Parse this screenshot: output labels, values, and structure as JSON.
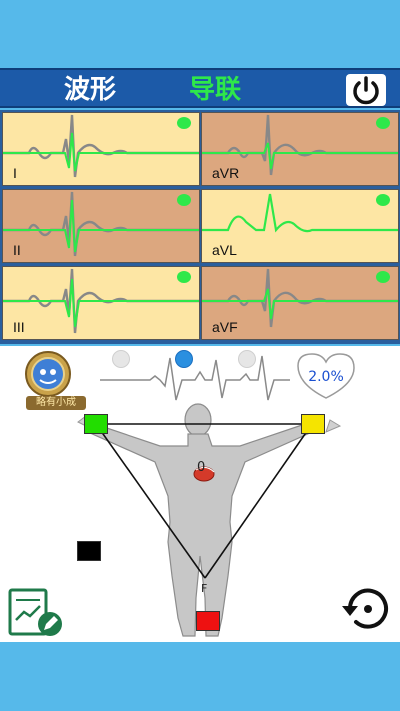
{
  "header": {
    "tab_waveform": "波形",
    "tab_leads": "导联",
    "power_icon": "power-icon"
  },
  "leads": [
    {
      "label": "I",
      "tone": "light"
    },
    {
      "label": "aVR",
      "tone": "dark"
    },
    {
      "label": "II",
      "tone": "dark"
    },
    {
      "label": "aVL",
      "tone": "light"
    },
    {
      "label": "III",
      "tone": "light"
    },
    {
      "label": "aVF",
      "tone": "dark"
    }
  ],
  "panel": {
    "badge_text": "略有小成",
    "percent": "2.0%",
    "pager": {
      "count": 3,
      "active": 2
    },
    "electrodes": {
      "right_arm": "#22dd00",
      "left_arm": "#f5e400",
      "right_leg": "#000000",
      "left_leg": "#ee1111"
    },
    "center_label": "0",
    "foot_label": "F"
  },
  "colors": {
    "accent_green": "#2ee84a",
    "header_blue": "#1c5aa8",
    "background": "#56b9ea"
  }
}
